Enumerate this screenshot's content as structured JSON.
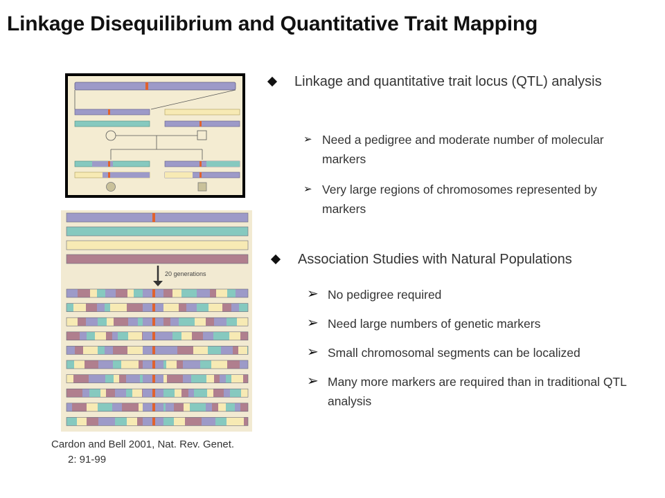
{
  "title": "Linkage Disequilibrium and Quantitative Trait Mapping",
  "section1": {
    "heading": "Linkage and quantitative trait locus (QTL) analysis",
    "points": [
      "Need a pedigree and moderate number of molecular markers",
      "Very large regions of chromosomes represented by markers"
    ]
  },
  "section2": {
    "heading": "Association Studies with Natural Populations",
    "points": [
      "No pedigree required",
      "Need large numbers of genetic markers",
      "Small chromosomal segments can be localized",
      "Many more markers are required than in traditional QTL analysis"
    ]
  },
  "figure2": {
    "generations_label": "20 generations"
  },
  "citation": {
    "line1": "Cardon and Bell 2001, Nat. Rev. Genet.",
    "line2": "2: 91-99"
  },
  "colors": {
    "purple": "#9d9ac8",
    "teal": "#86c9bf",
    "yellow": "#f7eab4",
    "mauve": "#b07f8e",
    "marker": "#e0622e",
    "background": "#f4ecd2"
  }
}
